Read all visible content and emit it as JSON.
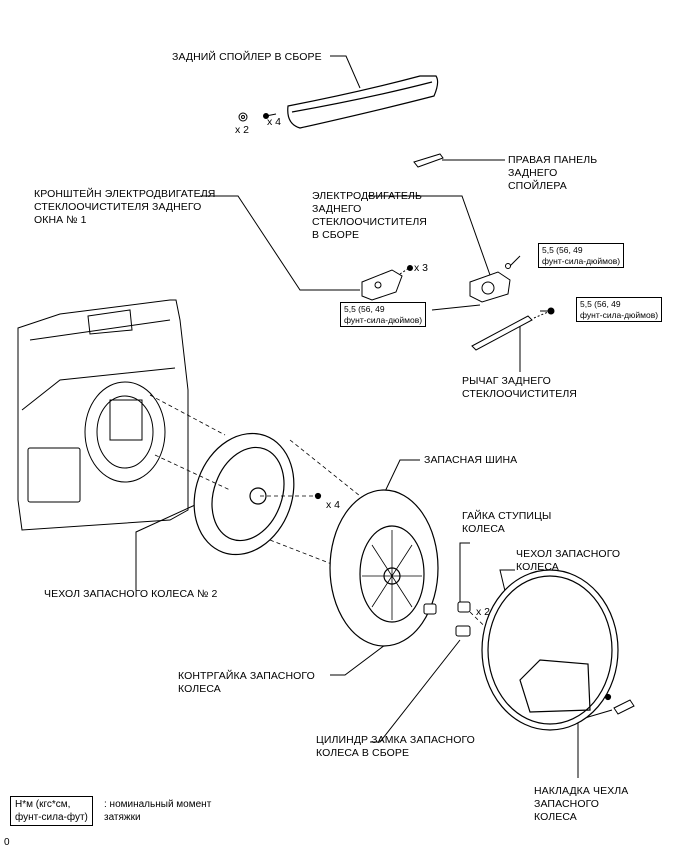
{
  "labels": {
    "spoiler": "ЗАДНИЙ СПОЙЛЕР В СБОРЕ",
    "spoiler_panel": "ПРАВАЯ ПАНЕЛЬ\nЗАДНЕГО\nСПОЙЛЕРА",
    "bracket": "КРОНШТЕЙН ЭЛЕКТРОДВИГАТЕЛЯ\nСТЕКЛООЧИСТИТЕЛЯ ЗАДНЕГО\nОКНА № 1",
    "motor": "ЭЛЕКТРОДВИГАТЕЛЬ\nЗАДНЕГО\nСТЕКЛООЧИСТИТЕЛЯ\nВ СБОРЕ",
    "wiper_arm": "РЫЧАГ ЗАДНЕГО\nСТЕКЛООЧИСТИТЕЛЯ",
    "spare_tire": "ЗАПАСНАЯ ШИНА",
    "hub_nut": "ГАЙКА СТУПИЦЫ\nКОЛЕСА",
    "cover": "ЧЕХОЛ ЗАПАСНОГО\nКОЛЕСА",
    "cover2": "ЧЕХОЛ ЗАПАСНОГО КОЛЕСА № 2",
    "lock_nut": "КОНТРГАЙКА ЗАПАСНОГО\nКОЛЕСА",
    "lock_cylinder": "ЦИЛИНДР ЗАМКА ЗАПАСНОГО\nКОЛЕСА В СБОРЕ",
    "cover_pad": "НАКЛАДКА ЧЕХЛА\nЗАПАСНОГО\nКОЛЕСА"
  },
  "torque": {
    "t1": "5,5 (56, 49\nфунт-сила-дюймов)",
    "t2": "5,5 (56, 49\nфунт-сила-дюймов)",
    "t3": "5,5 (56, 49\nфунт-сила-дюймов)"
  },
  "quantities": {
    "q_x2_nut": "x 2",
    "q_x4_bolt": "x 4",
    "q_x3": "x 3",
    "q_x4_cover": "x 4",
    "q_x2_hub": "x 2"
  },
  "legend": {
    "box": "Н*м (кгс*см,\nфунт-сила-фут)",
    "text": ": номинальный момент\nзатяжки"
  },
  "corner_code": "0"
}
